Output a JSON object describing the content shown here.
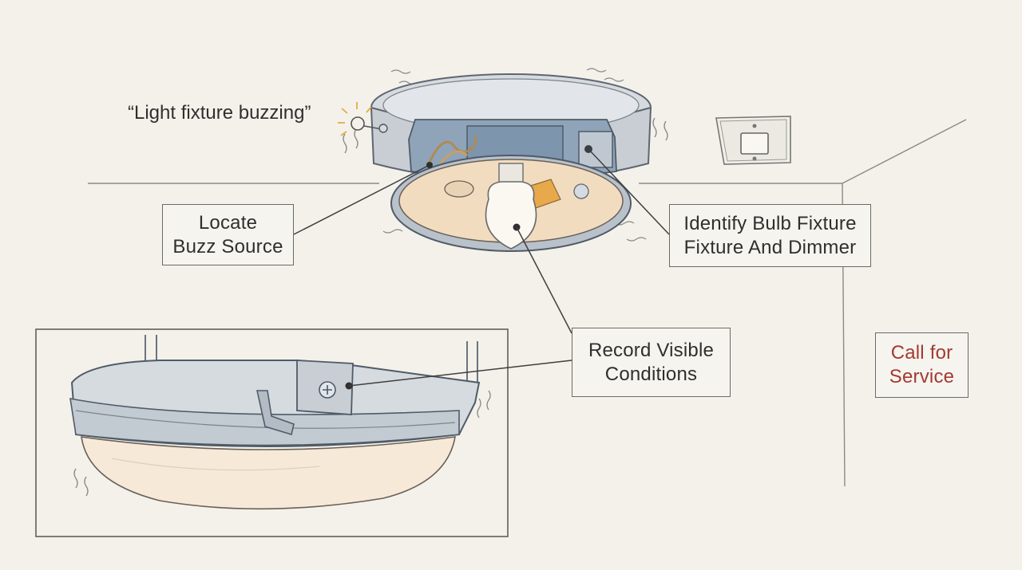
{
  "quote": "“Light fixture buzzing”",
  "callouts": {
    "locate": [
      "Locate",
      "Buzz Source"
    ],
    "identify": [
      "Identify Bulb Fixture",
      "Fixture And Dimmer"
    ],
    "record": [
      "Record Visible",
      "Conditions"
    ],
    "service": [
      "Call for",
      "Service"
    ]
  },
  "colors": {
    "background": "#f3f1ea",
    "fixture_metal": "#d6dbe0",
    "warm_glow": "#f2dcc0",
    "service_text": "#a33a33",
    "bulb_glow": "#e8a94a"
  }
}
